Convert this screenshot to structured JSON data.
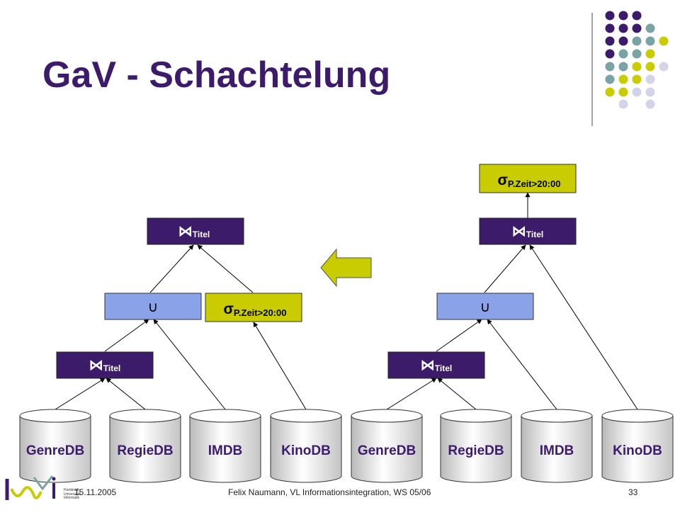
{
  "slide": {
    "title": "GaV - Schachtelung"
  },
  "diagram": {
    "operators": {
      "join": "⋈",
      "union": "∪",
      "select": "σ"
    },
    "join_attr": "Titel",
    "select_cond": "P.Zeit>20:00",
    "databases": [
      "GenreDB",
      "RegieDB",
      "IMDB",
      "KinoDB",
      "GenreDB",
      "RegieDB",
      "IMDB",
      "KinoDB"
    ]
  },
  "logo": {
    "line1": "Humboldt-",
    "line2": "Universität",
    "line3": "Informatik"
  },
  "footer": {
    "date": "15.11.2005",
    "center": "Felix Naumann,  VL Informationsintegration, WS 05/06",
    "page": "33"
  },
  "colors": {
    "title": "#3d1b6b",
    "dark_box": "#3d1b6b",
    "union_box": "#8aa2e8",
    "select_box": "#c8cc00",
    "arrow": "#c8cc00",
    "dot_purple": "#3d1b6b",
    "dot_teal": "#7aa3a3",
    "dot_yellow": "#c8cc00",
    "dot_lavender": "#d3d3ea"
  }
}
